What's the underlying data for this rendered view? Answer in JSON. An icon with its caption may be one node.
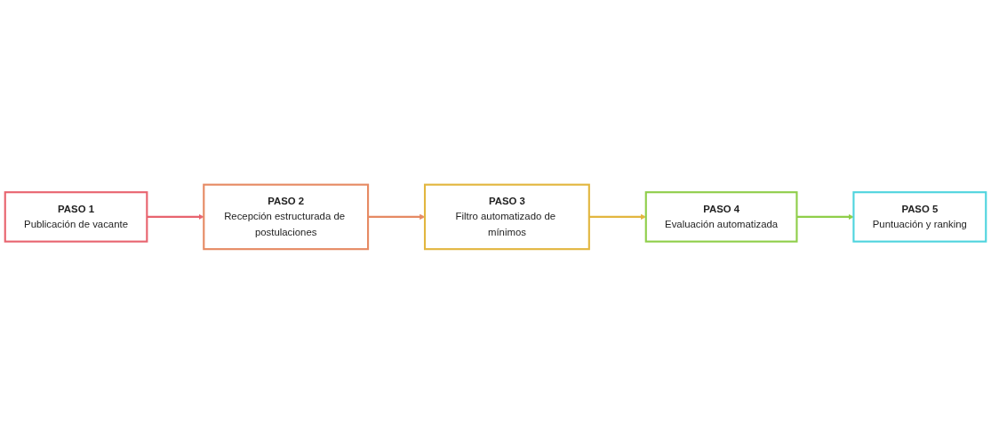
{
  "diagram": {
    "nodes": [
      {
        "text": [
          "PASO 1",
          "Publicación de vacante"
        ]
      },
      {
        "text": [
          "PASO 2",
          "Recepción estructurada de postulaciones"
        ]
      },
      {
        "text": [
          "PASO 3",
          "Filtro automatizado de mínimos"
        ]
      },
      {
        "text": [
          "PASO 4",
          "Evaluación automatizada"
        ]
      },
      {
        "text": [
          "PASO 5",
          "Puntuación y ranking"
        ]
      }
    ],
    "edges": [
      {
        "from": 0,
        "to": 1,
        "arrow": "to",
        "color": "#e8646f"
      },
      {
        "from": 1,
        "to": 2,
        "arrow": "to",
        "color": "#e68a63"
      },
      {
        "from": 2,
        "to": 3,
        "arrow": "to",
        "color": "#e2b63f"
      },
      {
        "from": 3,
        "to": 4,
        "arrow": "to",
        "color": "#8fce4a"
      }
    ]
  }
}
